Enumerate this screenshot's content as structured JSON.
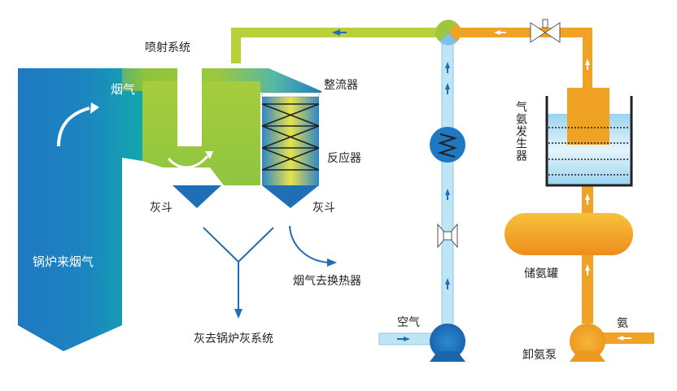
{
  "labels": {
    "spray_system": "喷射系统",
    "flue_gas": "烟气",
    "rectifier": "整流器",
    "reactor": "反应器",
    "ash_hopper_left": "灰斗",
    "ash_hopper_right": "灰斗",
    "boiler_flue_gas": "锅炉来烟气",
    "ash_to_boiler_system": "灰去锅炉灰系统",
    "flue_gas_to_heat_exchanger": "烟气去换热器",
    "air": "空气",
    "ammonia_generator": "气氨发生器",
    "ammonia_storage_tank": "储氨罐",
    "ammonia": "氨",
    "unloading_pump": "卸氨泵"
  },
  "colors": {
    "boiler_blue": "#1f7fc0",
    "teal": "#1aa8a8",
    "gas_green": "#9cc83a",
    "duct_yellow_green": "#b8cf3a",
    "ammonia_orange": "#f0a224",
    "air_light_blue": "#bfe4f5",
    "pipe_arrow_blue": "#1f6db4",
    "water_blue": "#9fd3ef"
  }
}
